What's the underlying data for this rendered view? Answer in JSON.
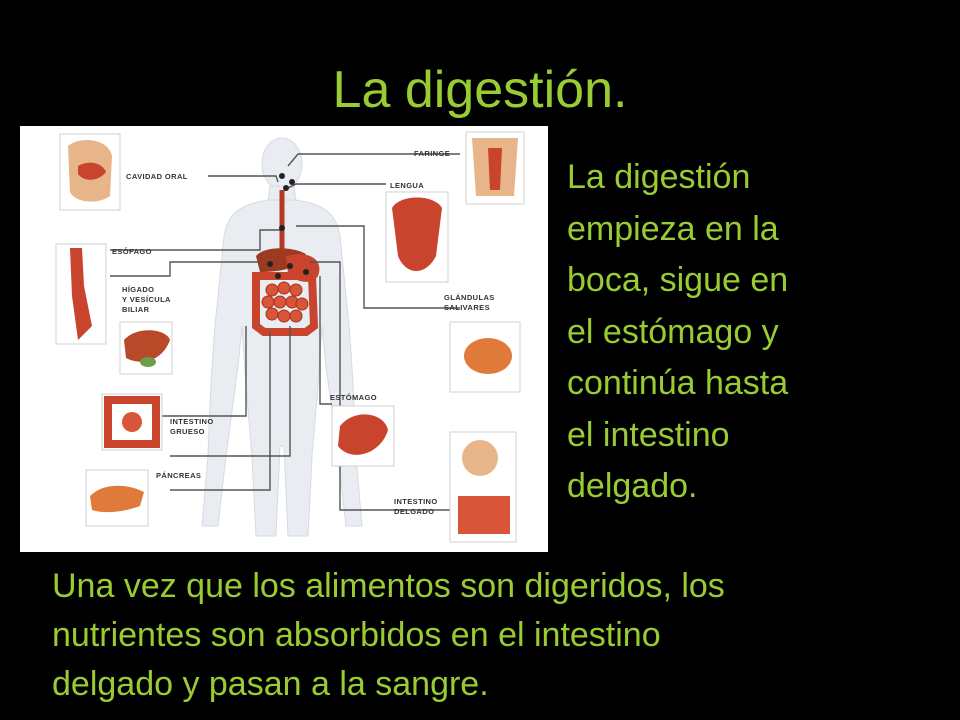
{
  "slide": {
    "title": "La digestión.",
    "side_text": "La digestión\nempieza en la\nboca, sigue en\nel estómago y\ncontinúa hasta\nel intestino\ndelgado.",
    "bottom_text": "Una vez que los alimentos son digeridos, los\nnutrientes son absorbidos en el intestino\ndelgado y pasan a la sangre."
  },
  "figure": {
    "labels": {
      "cavidad_oral": "CAVIDAD ORAL",
      "esofago": "ESÓFAGO",
      "higado_1": "HÍGADO",
      "higado_2": "Y VESÍCULA",
      "higado_3": "BILIAR",
      "intestino_grueso_1": "INTESTINO",
      "intestino_grueso_2": "GRUESO",
      "pancreas": "PÁNCREAS",
      "faringe": "FARINGE",
      "lengua": "LENGUA",
      "glandulas_1": "GLÁNDULAS",
      "glandulas_2": "SALIVARES",
      "estomago": "ESTÓMAGO",
      "intestino_delgado_1": "INTESTINO",
      "intestino_delgado_2": "DELGADO"
    }
  },
  "colors": {
    "background": "#000000",
    "text_green": "#99cc33",
    "organ_red": "#c8442c",
    "body_silhouette": "#e9ecf0"
  }
}
